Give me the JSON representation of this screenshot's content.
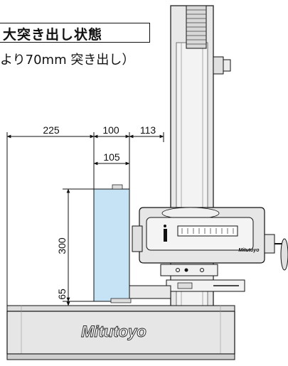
{
  "caption": {
    "title": "大突き出し状態",
    "subtitle": "より70mm 突き出し）"
  },
  "brand": {
    "base_logo": "Mitutoyo",
    "unit_logo": "Mitutoyo"
  },
  "dimensions": {
    "dim_225": "225",
    "dim_100": "100",
    "dim_113": "113",
    "dim_105": "105",
    "dim_300": "300",
    "dim_65": "65"
  },
  "colors": {
    "workpiece": "#c6e2f5",
    "machine_body": "#e6e6e6",
    "line": "#111111"
  }
}
